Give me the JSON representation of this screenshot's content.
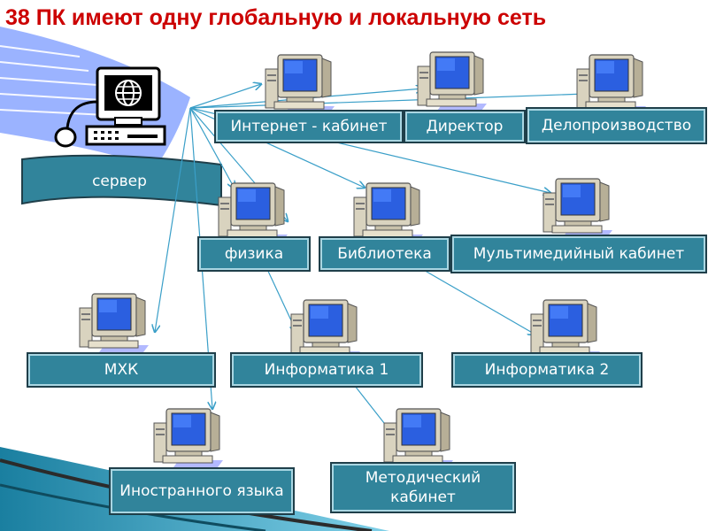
{
  "title": "38 ПК имеют одну глобальную и локальную сеть",
  "server": {
    "label": "сервер",
    "icon": "globe-computer-icon"
  },
  "nodes": [
    {
      "id": "internet",
      "label": "Интернет - кабинет"
    },
    {
      "id": "director",
      "label": "Директор"
    },
    {
      "id": "office",
      "label": "Делопроизводство"
    },
    {
      "id": "physics",
      "label": "физика"
    },
    {
      "id": "library",
      "label": "Библиотека"
    },
    {
      "id": "multimedia",
      "label": "Мультимедийный кабинет"
    },
    {
      "id": "mhk",
      "label": "МХК"
    },
    {
      "id": "informatics1",
      "label": "Информатика 1"
    },
    {
      "id": "informatics2",
      "label": "Информатика 2"
    },
    {
      "id": "foreign",
      "label": "Иностранного языка"
    },
    {
      "id": "methodical",
      "label": "Методический кабинет"
    }
  ],
  "colors": {
    "title": "#cc0000",
    "box": "#31849b",
    "line": "#3a9fc8",
    "banner": "#8aa6ff"
  },
  "icons": {
    "computer": "computer-icon"
  }
}
